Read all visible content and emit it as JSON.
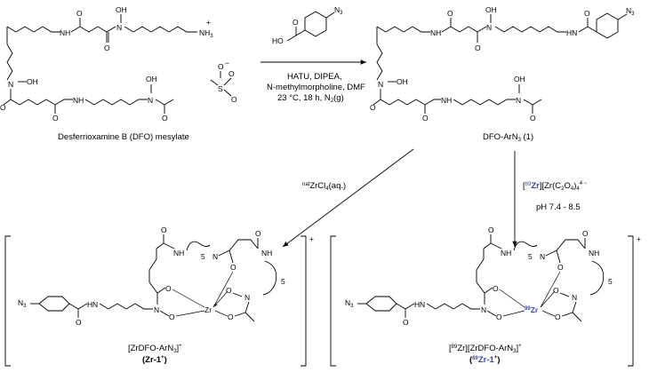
{
  "reagents": {
    "label_top": "N",
    "label_top_sub": "3",
    "hatu_line": "HATU, DIPEA,",
    "nmm_line": "N-methylmorpholine, DMF",
    "cond_line": "23 °C, 18 h, N",
    "cond_sub": "2",
    "cond_end": "(g)"
  },
  "left_reagent": {
    "prefix": "nat",
    "text": "ZrCl",
    "sub": "4",
    "suffix": "(aq.)"
  },
  "right_reagent": {
    "open": "[",
    "iso": "89",
    "zr": "Zr",
    "mid": "][Zr(C",
    "s1": "2",
    "o": "O",
    "s2": "4",
    "close": ")",
    "s3": "4",
    "charge": "4 −",
    "ph": "pH 7.4 - 8.5"
  },
  "compounds": {
    "dfo": "Desferrioxamine B (DFO) mesylate",
    "dfo_arn3_pre": "DFO-ArN",
    "dfo_arn3_sub": "3",
    "dfo_arn3_num": " (1)",
    "zr_pre": "[ZrDFO-ArN",
    "zr_sub": "3",
    "zr_post": "]",
    "zr_charge": "+",
    "zr_bold": "(Zr-1",
    "zr_bold_charge": "+",
    "zr_bold_end": ")",
    "zr89_open": "[",
    "zr89_iso": "89",
    "zr89_mid": "Zr][ZrDFO-ArN",
    "zr89_sub": "3",
    "zr89_post": "]",
    "zr89_charge": "+",
    "zr89_b_open": "(",
    "zr89_b_iso": "89",
    "zr89_b_text": "Zr-1",
    "zr89_b_charge": "+",
    "zr89_b_close": ")"
  },
  "atoms": {
    "N": "N",
    "O": "O",
    "H": "H",
    "OH": "OH",
    "NH": "NH",
    "HN": "HN",
    "Zr": "Zr",
    "N3": "N",
    "three": "3",
    "five": "5",
    "plus": "+",
    "nh3": "NH",
    "nh3_sub": "3",
    "S": "S",
    "Ominus": "O",
    "minus": "−"
  },
  "colors": {
    "blue": "#3b4aa8",
    "line": "#000000"
  }
}
